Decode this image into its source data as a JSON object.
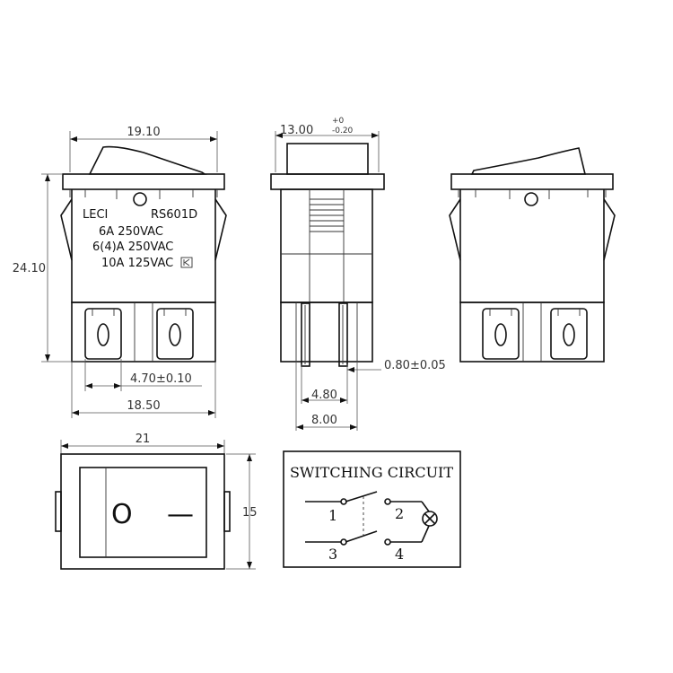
{
  "front_view": {
    "dim_width_top": "19.10",
    "dim_height": "24.10",
    "dim_pin_pitch": "4.70±0.10",
    "dim_width_bottom": "18.50",
    "brand": "LECI",
    "model": "RS601D",
    "rating_1": "6A 250VAC",
    "rating_2": "6(4)A 250VAC",
    "rating_3": "10A 125VAC"
  },
  "side_view": {
    "dim_width_main": "13.00",
    "dim_tol_upper": "+0",
    "dim_tol_lower": "-0.20",
    "dim_pin_thickness": "0.80±0.05",
    "dim_pin_span_inner": "4.80",
    "dim_pin_span_outer": "8.00"
  },
  "top_view": {
    "dim_width": "21",
    "dim_height": "15",
    "symbol_off": "O",
    "symbol_on": "—"
  },
  "circuit": {
    "title": "SWITCHING CIRCUIT",
    "pin_1": "1",
    "pin_2": "2",
    "pin_3": "3",
    "pin_4": "4",
    "lamp_icon": "lamp-cross-icon"
  }
}
